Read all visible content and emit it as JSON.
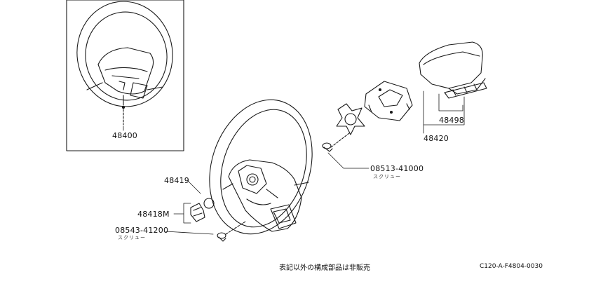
{
  "parts": {
    "wheel_assembly": "48400",
    "pad": "48419",
    "spacer": "48418M",
    "screw_small": "08543-41200",
    "screw_small_note": "スクリュー",
    "screw_large": "08513-41000",
    "screw_large_note": "スクリュー",
    "cover": "48420",
    "cover_insert": "48498"
  },
  "footer": {
    "note": "表記以外の構成部品は非販売",
    "code": "C120-A-F4804-0030"
  }
}
